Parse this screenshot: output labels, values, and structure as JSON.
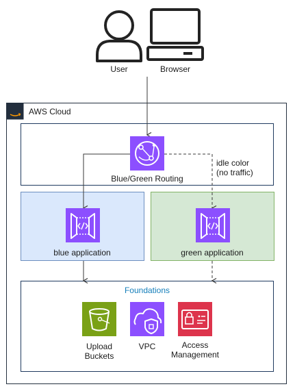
{
  "actors": {
    "user_label": "User",
    "browser_label": "Browser"
  },
  "cloud": {
    "title": "AWS Cloud",
    "logo_text": "aws"
  },
  "routing": {
    "label": "Blue/Green Routing",
    "idle_note_line1": "idle color",
    "idle_note_line2": "(no traffic)"
  },
  "blue": {
    "label": "blue application"
  },
  "green": {
    "label": "green application"
  },
  "foundations": {
    "title": "Foundations",
    "upload_line1": "Upload",
    "upload_line2": "Buckets",
    "vpc": "VPC",
    "access_line1": "Access",
    "access_line2": "Management"
  },
  "colors": {
    "routing_purple": "#8c4fff",
    "blue_fill": "#dae8fc",
    "blue_border": "#6c8ebf",
    "green_fill": "#d5e8d4",
    "green_border": "#82b366",
    "s3_green": "#7aa116",
    "security_red": "#dd344c",
    "cloud_border": "#232f3e",
    "group_border": "#1f3a5f",
    "foundations_text": "#147eba"
  }
}
